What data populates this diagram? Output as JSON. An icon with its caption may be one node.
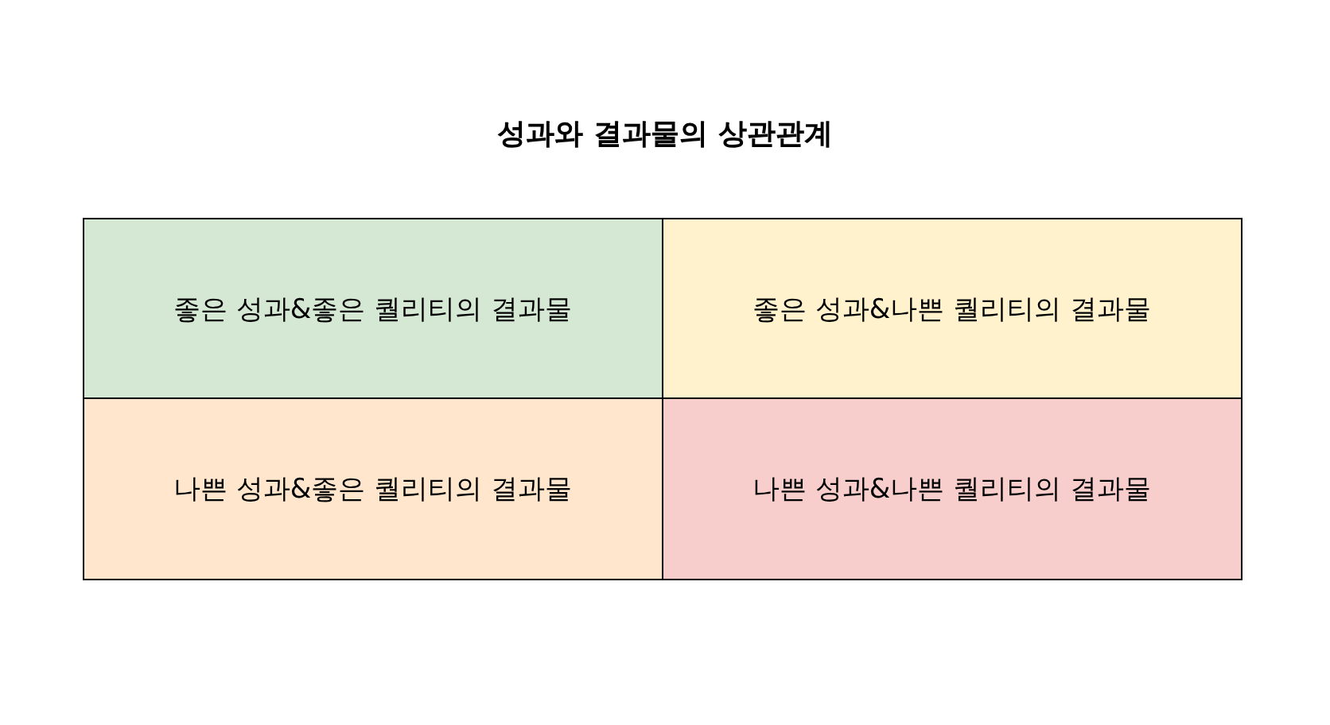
{
  "diagram": {
    "title": "성과와 결과물의 상관관계",
    "nodes": [
      {
        "text": [
          "좋은 성과&좋은 퀄리티의 결과물"
        ]
      },
      {
        "text": [
          "좋은 성과&나쁜 퀄리티의 결과물"
        ]
      },
      {
        "text": [
          "나쁜 성과&좋은 퀄리티의 결과물"
        ]
      },
      {
        "text": [
          "나쁜 성과&나쁜 퀄리티의 결과물"
        ]
      }
    ]
  }
}
